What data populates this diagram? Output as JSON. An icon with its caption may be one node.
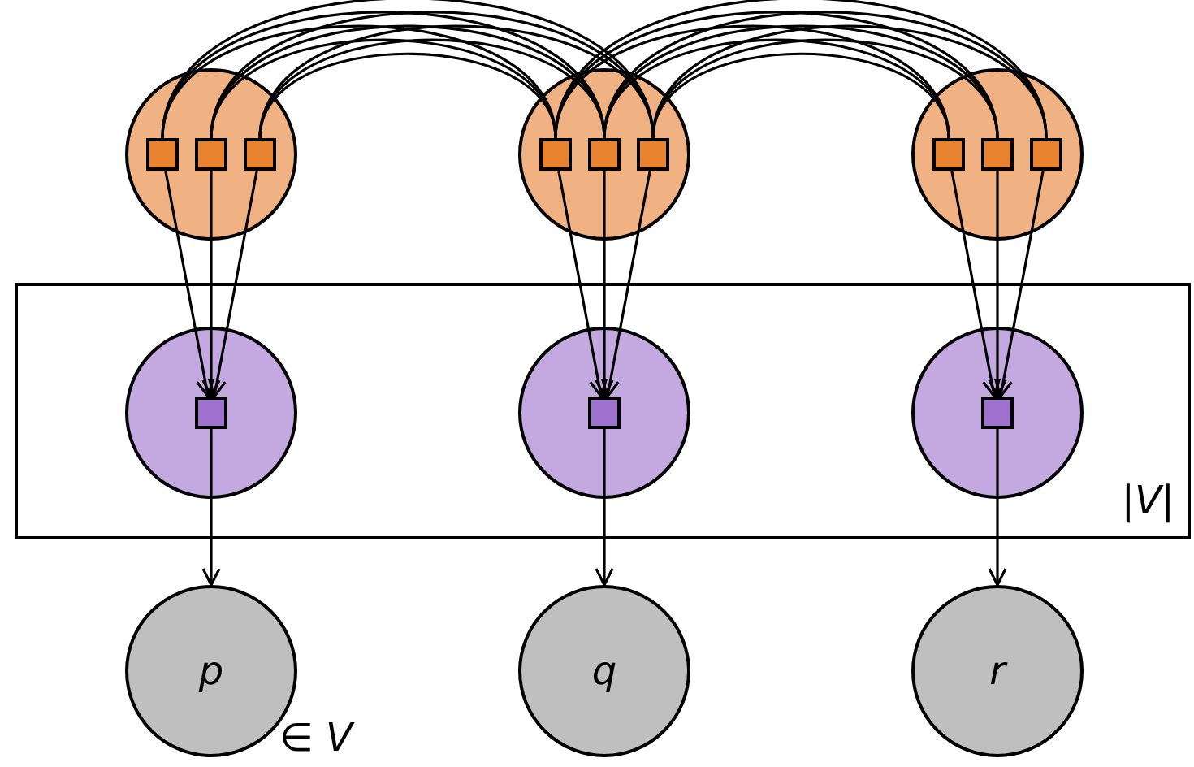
{
  "diagram": {
    "nodes": [
      {
        "text": [],
        "shape": "circle"
      },
      {
        "text": [],
        "shape": "box",
        "in": 0
      },
      {
        "text": [],
        "shape": "box",
        "in": 0
      },
      {
        "text": [],
        "shape": "box",
        "in": 0
      },
      {
        "text": [],
        "shape": "circle"
      },
      {
        "text": [],
        "shape": "box",
        "in": 4
      },
      {
        "text": [],
        "shape": "box",
        "in": 4
      },
      {
        "text": [],
        "shape": "box",
        "in": 4
      },
      {
        "text": [],
        "shape": "circle"
      },
      {
        "text": [],
        "shape": "box",
        "in": 8
      },
      {
        "text": [],
        "shape": "box",
        "in": 8
      },
      {
        "text": [],
        "shape": "box",
        "in": 8
      },
      {
        "text": [
          "|*V*|"
        ]
      },
      {
        "text": [],
        "shape": "circle",
        "in": 12
      },
      {
        "text": [],
        "shape": "box",
        "in": 13
      },
      {
        "text": [],
        "shape": "circle",
        "in": 12
      },
      {
        "text": [],
        "shape": "box",
        "in": 15
      },
      {
        "text": [],
        "shape": "circle",
        "in": 12
      },
      {
        "text": [],
        "shape": "box",
        "in": 17
      },
      {
        "text": [
          "p"
        ]
      },
      {
        "text": [
          "q"
        ]
      },
      {
        "text": [
          "r"
        ]
      }
    ],
    "edges": [
      {
        "from": 1,
        "to": 5,
        "arrow": "none"
      },
      {
        "from": 1,
        "to": 6,
        "arrow": "none"
      },
      {
        "from": 1,
        "to": 7,
        "arrow": "none"
      },
      {
        "from": 2,
        "to": 5,
        "arrow": "none"
      },
      {
        "from": 2,
        "to": 6,
        "arrow": "none"
      },
      {
        "from": 2,
        "to": 7,
        "arrow": "none"
      },
      {
        "from": 3,
        "to": 5,
        "arrow": "none"
      },
      {
        "from": 3,
        "to": 6,
        "arrow": "none"
      },
      {
        "from": 3,
        "to": 7,
        "arrow": "none"
      },
      {
        "from": 5,
        "to": 9,
        "arrow": "none"
      },
      {
        "from": 5,
        "to": 10,
        "arrow": "none"
      },
      {
        "from": 5,
        "to": 11,
        "arrow": "none"
      },
      {
        "from": 6,
        "to": 9,
        "arrow": "none"
      },
      {
        "from": 6,
        "to": 10,
        "arrow": "none"
      },
      {
        "from": 6,
        "to": 11,
        "arrow": "none"
      },
      {
        "from": 7,
        "to": 9,
        "arrow": "none"
      },
      {
        "from": 7,
        "to": 10,
        "arrow": "none"
      },
      {
        "from": 7,
        "to": 11,
        "arrow": "none"
      },
      {
        "from": 1,
        "to": 14,
        "arrow": "to"
      },
      {
        "from": 2,
        "to": 14,
        "arrow": "to"
      },
      {
        "from": 3,
        "to": 14,
        "arrow": "to"
      },
      {
        "from": 5,
        "to": 16,
        "arrow": "to"
      },
      {
        "from": 6,
        "to": 16,
        "arrow": "to"
      },
      {
        "from": 7,
        "to": 16,
        "arrow": "to"
      },
      {
        "from": 9,
        "to": 18,
        "arrow": "to"
      },
      {
        "from": 10,
        "to": 18,
        "arrow": "to"
      },
      {
        "from": 11,
        "to": 18,
        "arrow": "to"
      },
      {
        "from": 14,
        "to": 19,
        "arrow": "to"
      },
      {
        "from": 16,
        "to": 20,
        "arrow": "to"
      },
      {
        "from": 18,
        "to": 21,
        "arrow": "to"
      }
    ],
    "labels": [
      "∈ *V*"
    ]
  }
}
